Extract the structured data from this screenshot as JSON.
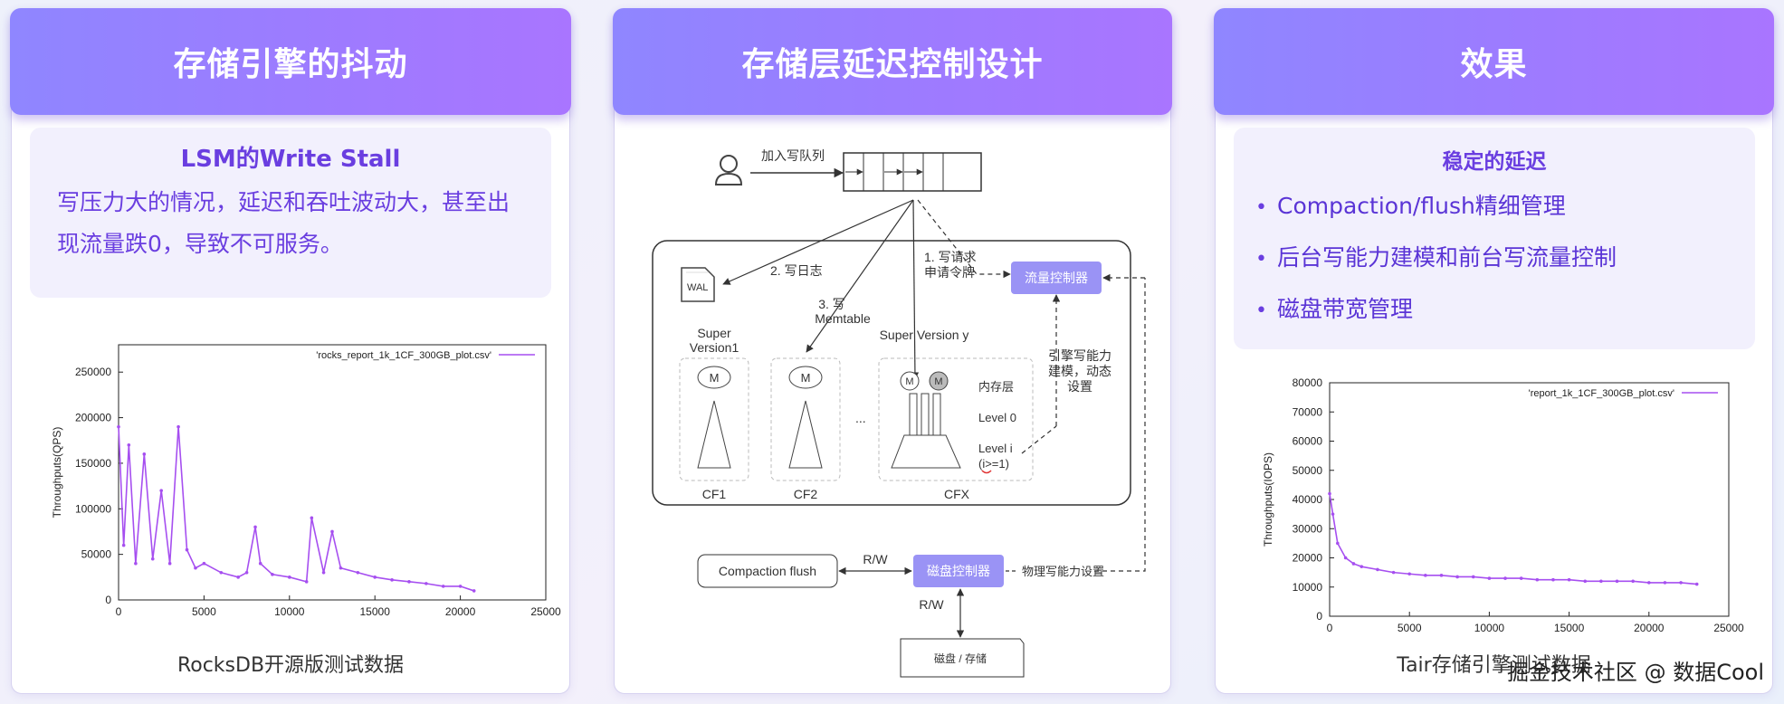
{
  "panels": {
    "left": {
      "title": "存储引擎的抖动",
      "box_title": "LSM的Write Stall",
      "box_text": "写压力大的情况，延迟和吞吐波动大，甚至出现流量跌0，导致不可服务。",
      "caption": "RocksDB开源版测试数据"
    },
    "middle": {
      "title": "存储层延迟控制设计"
    },
    "right": {
      "title": "效果",
      "box_title": "稳定的延迟",
      "bullets": [
        "Compaction/flush精细管理",
        "后台写能力建模和前台写流量控制",
        "磁盘带宽管理"
      ],
      "caption": "Tair存储引擎测试数据"
    }
  },
  "diagram": {
    "queue_label": "加入写队列",
    "step1": [
      "1. 写请求",
      "申请令牌"
    ],
    "step2": "2. 写日志",
    "step3": [
      "3. 写",
      "Memtable"
    ],
    "wal": "WAL",
    "flow_controller": "流量控制器",
    "engine_modeling": [
      "引擎写能力",
      "建模，动态",
      "设置"
    ],
    "super_version1": [
      "Super",
      "Version1"
    ],
    "super_version_y": "Super Version y",
    "memtable_m": "M",
    "ellipsis": "...",
    "layers": [
      "内存层",
      "Level 0",
      "Level i",
      "(i>=1)"
    ],
    "cf_labels": [
      "CF1",
      "CF2",
      "CFX"
    ],
    "compaction": "Compaction flush",
    "rw": "R/W",
    "disk_controller": "磁盘控制器",
    "physical_setting": "物理写能力设置",
    "disk_storage": "磁盘 / 存储"
  },
  "chart_data": [
    {
      "type": "line",
      "title": "",
      "legend": "'rocks_report_1k_1CF_300GB_plot.csv'",
      "legend_color": "#a64ff0",
      "xlabel": "",
      "ylabel": "Throughputs(QPS)",
      "xlim": [
        0,
        25000
      ],
      "ylim": [
        0,
        280000
      ],
      "x_ticks": [
        "0",
        "5000",
        "10000",
        "15000",
        "20000",
        "25000"
      ],
      "y_ticks": [
        "0",
        "50000",
        "100000",
        "150000",
        "200000",
        "250000"
      ],
      "series": [
        {
          "x": [
            0,
            300,
            600,
            1000,
            1500,
            2000,
            2500,
            3000,
            3500,
            4000,
            4500,
            5000,
            6000,
            7000,
            7500,
            8000,
            8300,
            9000,
            10000,
            11000,
            11300,
            12000,
            12500,
            13000,
            14000,
            15000,
            16000,
            17000,
            18000,
            19000,
            20000,
            20800
          ],
          "y": [
            190000,
            60000,
            170000,
            40000,
            160000,
            45000,
            120000,
            40000,
            190000,
            55000,
            35000,
            40000,
            30000,
            25000,
            30000,
            80000,
            40000,
            28000,
            25000,
            20000,
            90000,
            30000,
            75000,
            35000,
            30000,
            25000,
            22000,
            20000,
            18000,
            15000,
            15000,
            10000
          ]
        }
      ]
    },
    {
      "type": "line",
      "title": "",
      "legend": "'report_1k_1CF_300GB_plot.csv'",
      "legend_color": "#a64ff0",
      "xlabel": "",
      "ylabel": "Throughputs(IOPS)",
      "xlim": [
        0,
        25000
      ],
      "ylim": [
        0,
        80000
      ],
      "x_ticks": [
        "0",
        "5000",
        "10000",
        "15000",
        "20000",
        "25000"
      ],
      "y_ticks": [
        "0",
        "10000",
        "20000",
        "30000",
        "40000",
        "50000",
        "60000",
        "70000",
        "80000"
      ],
      "series": [
        {
          "x": [
            0,
            200,
            500,
            1000,
            1500,
            2000,
            3000,
            4000,
            5000,
            6000,
            7000,
            8000,
            9000,
            10000,
            11000,
            12000,
            13000,
            14000,
            15000,
            16000,
            17000,
            18000,
            19000,
            20000,
            21000,
            22000,
            23000
          ],
          "y": [
            42000,
            35000,
            25000,
            20000,
            18000,
            17000,
            16000,
            15000,
            14500,
            14000,
            14000,
            13500,
            13500,
            13000,
            13000,
            13000,
            12500,
            12500,
            12500,
            12000,
            12000,
            12000,
            12000,
            11500,
            11500,
            11500,
            11000
          ]
        }
      ]
    }
  ],
  "watermark": "掘金技术社区 @ 数据Cool"
}
